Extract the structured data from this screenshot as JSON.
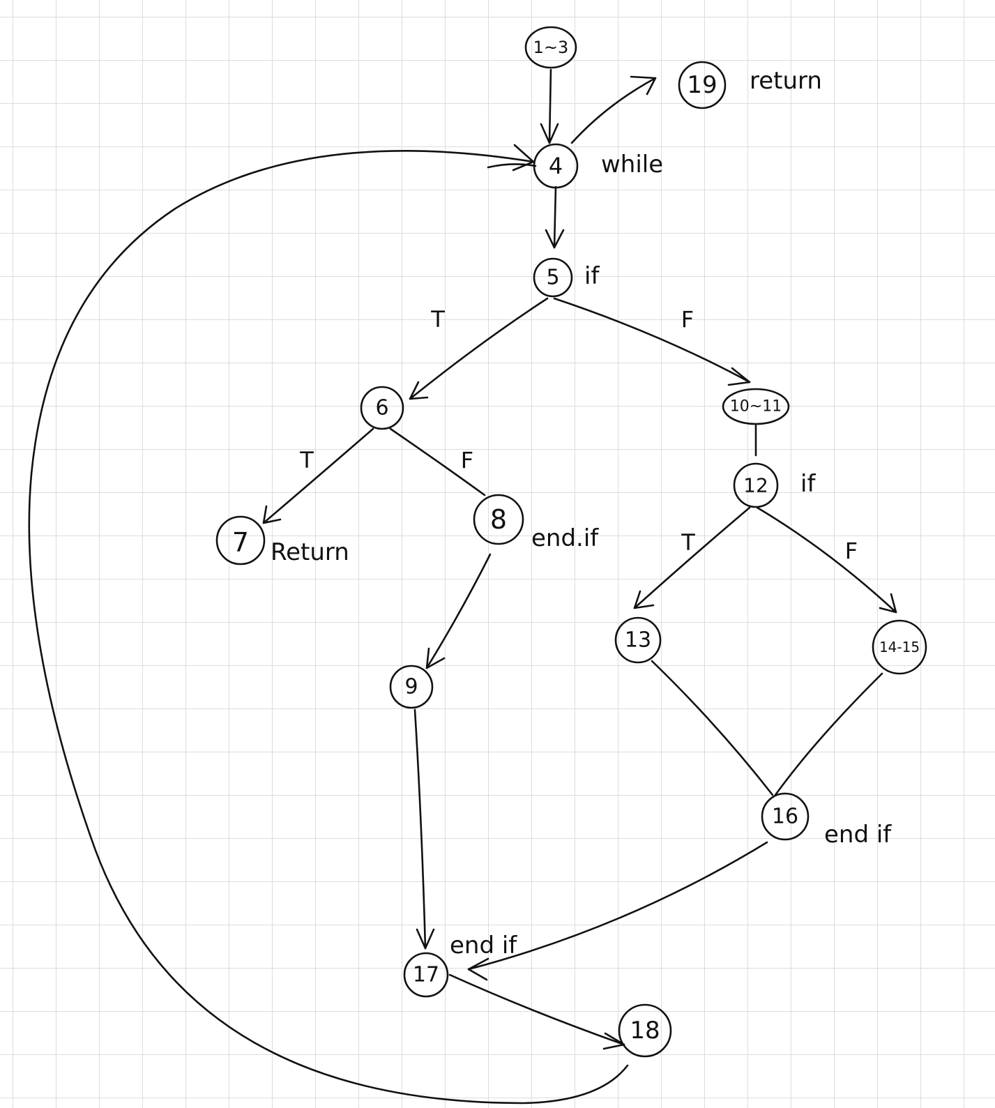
{
  "nodes": {
    "n1_3": "1~3",
    "n4": "4",
    "n5": "5",
    "n6": "6",
    "n7": "7",
    "n8": "8",
    "n9": "9",
    "n10_11": "10~11",
    "n12": "12",
    "n13": "13",
    "n14_15": "14-15",
    "n16": "16",
    "n17": "17",
    "n18": "18",
    "n19": "19"
  },
  "annotations": {
    "n4": "while",
    "n5": "if",
    "n7": "Return",
    "n8": "end.if",
    "n12": "if",
    "n16": "end if",
    "n17": "end if",
    "n19": "return"
  },
  "branches": {
    "n5_true": "T",
    "n5_false": "F",
    "n6_true": "T",
    "n6_false": "F",
    "n12_true": "T",
    "n12_false": "F"
  },
  "colors": {
    "ink": "#111111",
    "grid": "#dcdcdc",
    "paper": "#ffffff"
  }
}
